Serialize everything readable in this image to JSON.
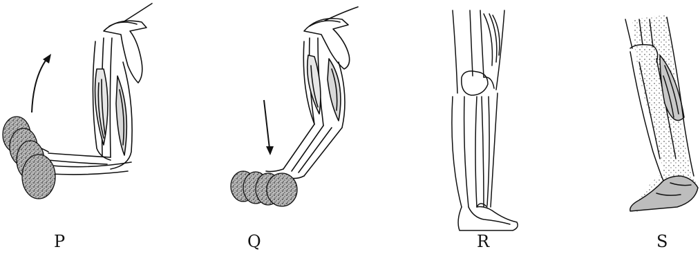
{
  "figure": {
    "panels": [
      {
        "id": "P",
        "label": "P",
        "subject": "arm-flexing",
        "arrow": "up"
      },
      {
        "id": "Q",
        "label": "Q",
        "subject": "arm-extending",
        "arrow": "down"
      },
      {
        "id": "R",
        "label": "R",
        "subject": "leg-bones"
      },
      {
        "id": "S",
        "label": "S",
        "subject": "leg-muscles"
      }
    ],
    "ink_color": "#111111",
    "dumbbell_fill": "#9a9a9a"
  }
}
